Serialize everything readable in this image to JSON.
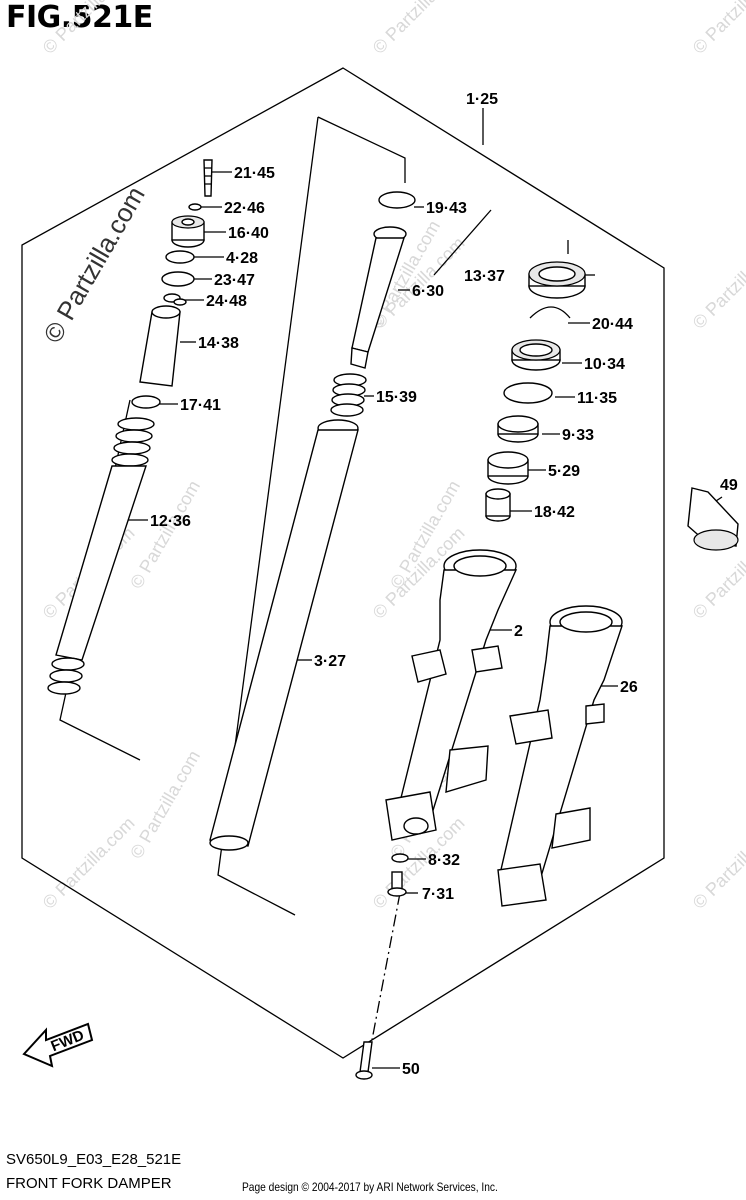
{
  "figure": {
    "title": "FIG.521E",
    "code": "SV650L9_E03_E28_521E",
    "name": "FRONT FORK DAMPER",
    "credit": "Page design © 2004-2017 by ARI Network Services, Inc."
  },
  "watermark": {
    "big": "© Partzilla.com",
    "small": "© Partzilla.com"
  },
  "fwd_label": "FWD",
  "callouts": {
    "c1": "1·25",
    "c21": "21·45",
    "c22": "22·46",
    "c16": "16·40",
    "c4": "4·28",
    "c23": "23·47",
    "c24": "24·48",
    "c14": "14·38",
    "c17": "17·41",
    "c12": "12·36",
    "c19": "19·43",
    "c6": "6·30",
    "c15": "15·39",
    "c3": "3·27",
    "c13": "13·37",
    "c20": "20·44",
    "c10": "10·34",
    "c11": "11·35",
    "c9": "9·33",
    "c5": "5·29",
    "c18": "18·42",
    "c2": "2",
    "c26": "26",
    "c8": "8·32",
    "c7": "7·31",
    "c49": "49",
    "c50": "50"
  }
}
